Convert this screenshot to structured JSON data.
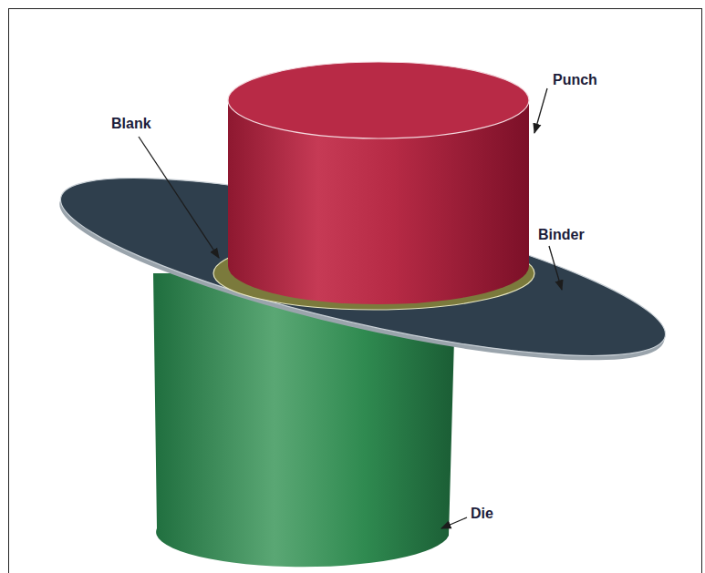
{
  "diagram": {
    "labels": [
      "Punch",
      "Blank",
      "Binder",
      "Die"
    ]
  }
}
